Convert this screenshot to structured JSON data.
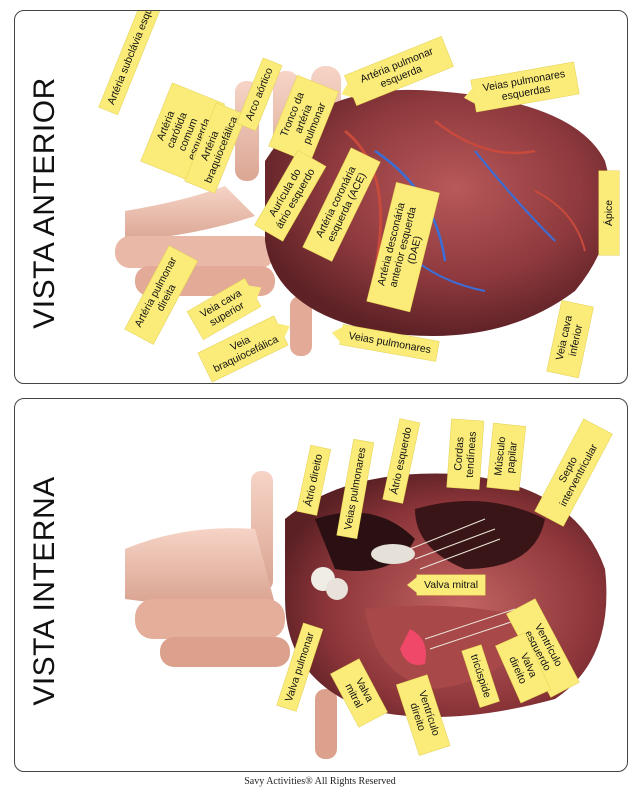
{
  "top_panel": {
    "title": "VISTA ANTERIOR",
    "labels": {
      "subclavia": "Artéria subclávia esquerda",
      "carotida": "Artéria carótida comum esquerda",
      "braquiocefalica_art": "Artéria braquiocefálica",
      "arco_aortico": "Arco aórtico",
      "tronco_pulmonar": "Tronco da artéria pulmonar",
      "arteria_pulmonar_esq": "Artéria pulmonar esquerda",
      "veias_pulmonares_esq": "Veias pulmonares esquerdas",
      "auricula": "Aurícula do átrio esquerdo",
      "coronaria_esq": "Artéria coronária esquerda (ACE)",
      "descendente": "Artéria desconária anterior esquerda (DAE)",
      "apice": "Ápice",
      "pulmonar_direita": "Artéria pulmonar direita",
      "cava_superior": "Veia cava superior",
      "veia_braquiocefalica": "Veia braquiocefálica",
      "veias_pulmonares": "Veias pulmonares",
      "cava_inferior": "Veia cava inferior"
    }
  },
  "bottom_panel": {
    "title": "VISTA INTERNA",
    "labels": {
      "atrio_direito": "Átrio direito",
      "veias_pulmonares": "Veias pulmonares",
      "atrio_esquerdo": "Átrio esquerdo",
      "cordas": "Cordas tendíneas",
      "musculo": "Músculo papilar",
      "septo": "Septo interventricular",
      "valva_mitral": "Valva mitral",
      "ventriculo_esq": "Ventrículo esquerdo",
      "valva_pulmonar": "Valva pulmonar",
      "valva_mitral2": "Valva mitral",
      "ventriculo_dir": "Ventrículo direito",
      "tricuspide": "tricúspide",
      "valva_direito": "Valva direito"
    }
  },
  "footer": "Savy Activities® All Rights Reserved",
  "colors": {
    "label_bg": "#fbec7a",
    "heart": "#8f3a3e",
    "vessel": "#f0c3b3"
  }
}
